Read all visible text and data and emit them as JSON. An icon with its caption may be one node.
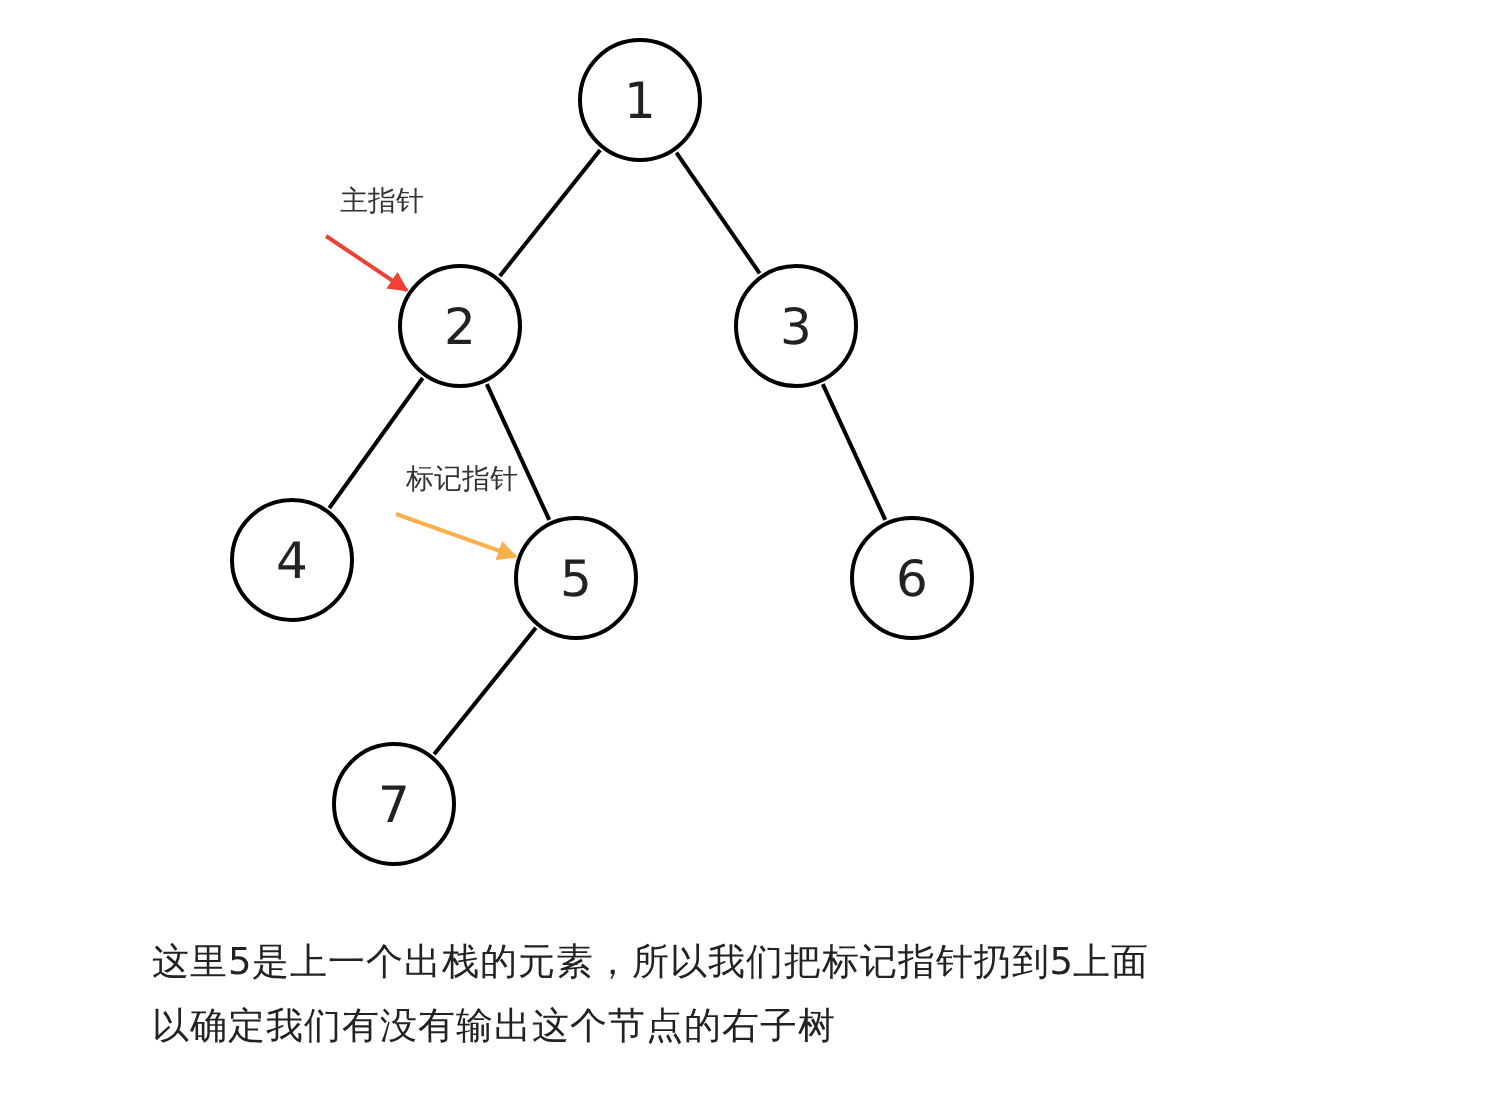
{
  "diagram": {
    "caption": "这里5是上一个出栈的元素，所以我们把标记指针扔到5上面以确定我们有没有输出这个节点的右子树",
    "nodes": [
      {
        "text": [
          "1"
        ]
      },
      {
        "text": [
          "2"
        ]
      },
      {
        "text": [
          "3"
        ]
      },
      {
        "text": [
          "4"
        ]
      },
      {
        "text": [
          "5"
        ]
      },
      {
        "text": [
          "6"
        ]
      },
      {
        "text": [
          "7"
        ]
      },
      {
        "text": [
          "主指针"
        ]
      },
      {
        "text": [
          "标记指针"
        ]
      }
    ],
    "edges": [
      {
        "from": 0,
        "to": 1,
        "arrow": "none"
      },
      {
        "from": 0,
        "to": 2,
        "arrow": "none"
      },
      {
        "from": 1,
        "to": 3,
        "arrow": "none"
      },
      {
        "from": 1,
        "to": 4,
        "arrow": "none"
      },
      {
        "from": 2,
        "to": 5,
        "arrow": "none"
      },
      {
        "from": 4,
        "to": 6,
        "arrow": "none"
      },
      {
        "from": 7,
        "to": 1,
        "arrow": "to",
        "color": "#ef4136"
      },
      {
        "from": 8,
        "to": 4,
        "arrow": "to",
        "color": "#fbb04c"
      }
    ]
  }
}
